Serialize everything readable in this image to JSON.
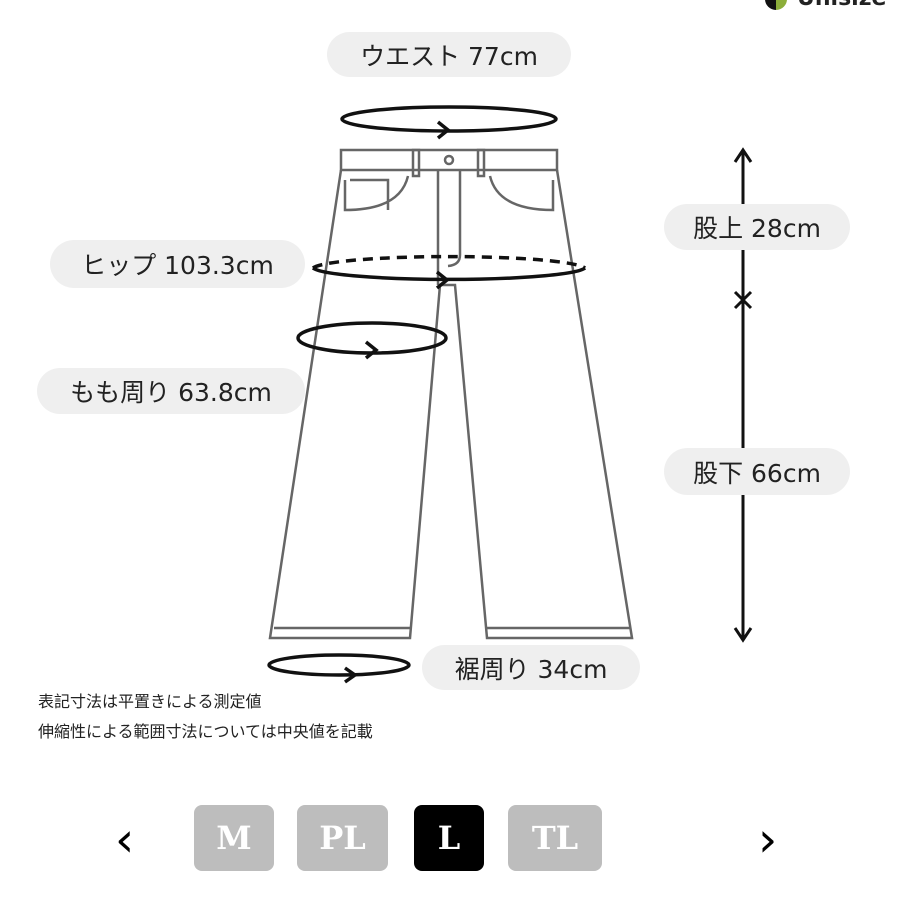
{
  "brand": {
    "name": "Unisize"
  },
  "labels": {
    "waist": "ウエスト  77cm",
    "hip": "ヒップ  103.3cm",
    "thigh": "もも周り  63.8cm",
    "rise": "股上  28cm",
    "inseam": "股下  66cm",
    "hem": "裾周り  34cm"
  },
  "notes": [
    "表記寸法は平置きによる測定値",
    "伸縮性による範囲寸法については中央値を記載"
  ],
  "sizes": [
    {
      "label": "M",
      "active": false
    },
    {
      "label": "PL",
      "active": false
    },
    {
      "label": "L",
      "active": true
    },
    {
      "label": "TL",
      "active": false
    }
  ],
  "nav": {
    "prev": "‹",
    "next": "›"
  }
}
